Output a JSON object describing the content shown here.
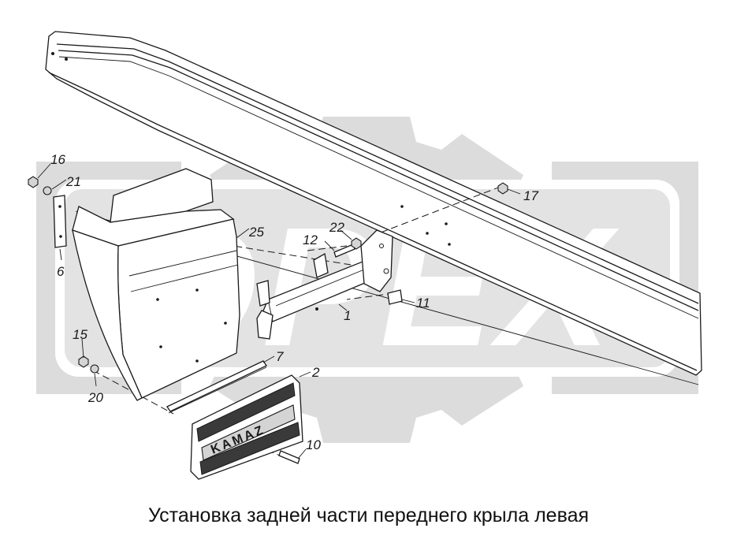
{
  "watermark": {
    "text": "OPEX",
    "color": "#d9d9d9"
  },
  "callouts": {
    "c1": "1",
    "c2": "2",
    "c6": "6",
    "c7": "7",
    "c10": "10",
    "c11": "11",
    "c12": "12",
    "c15": "15",
    "c16": "16",
    "c17": "17",
    "c20": "20",
    "c21": "21",
    "c22": "22",
    "c25": "25"
  },
  "mudflap_text": "KAMAZ",
  "caption": "Установка задней части переднего крыла левая"
}
